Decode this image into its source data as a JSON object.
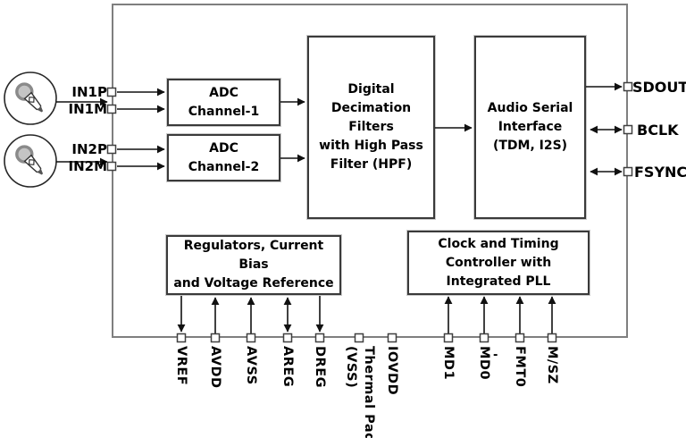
{
  "colors": {
    "outline_border": "#7f7f7f",
    "block_border": "#3a3a3a",
    "arrow": "#111111",
    "text": "#000000",
    "mic_head_fill": "#c4c4c4",
    "mic_head_stroke": "#8a8a8a"
  },
  "blocks": {
    "adc1": {
      "label": "ADC\nChannel-1"
    },
    "adc2": {
      "label": "ADC\nChannel-2"
    },
    "decimation": {
      "label": "Digital\nDecimation\nFilters\nwith High Pass\nFilter (HPF)"
    },
    "audio_serial": {
      "label": "Audio Serial\nInterface\n(TDM, I2S)"
    },
    "regulators": {
      "label": "Regulators, Current Bias\nand Voltage Reference"
    },
    "clock": {
      "label": "Clock and Timing\nController with\nIntegrated PLL"
    }
  },
  "pins": {
    "left": [
      {
        "label": "IN1P"
      },
      {
        "label": "IN1M"
      },
      {
        "label": "IN2P"
      },
      {
        "label": "IN2M"
      }
    ],
    "right": [
      {
        "label": "SDOUT"
      },
      {
        "label": "BCLK"
      },
      {
        "label": "FSYNC"
      }
    ],
    "bottom": [
      {
        "label": "VREF"
      },
      {
        "label": "AVDD"
      },
      {
        "label": "AVSS"
      },
      {
        "label": "AREG"
      },
      {
        "label": "DREG"
      },
      {
        "label": "Thermal Pad",
        "label2": "(VSS)"
      },
      {
        "label": "IOVDD"
      },
      {
        "label": "MD1"
      },
      {
        "label": "MD0"
      },
      {
        "label": "FMT0"
      },
      {
        "label": "M/SZ"
      }
    ]
  },
  "icons": {
    "mic1": "microphone-icon",
    "mic2": "microphone-icon"
  },
  "misc": {
    "dash": "-"
  }
}
